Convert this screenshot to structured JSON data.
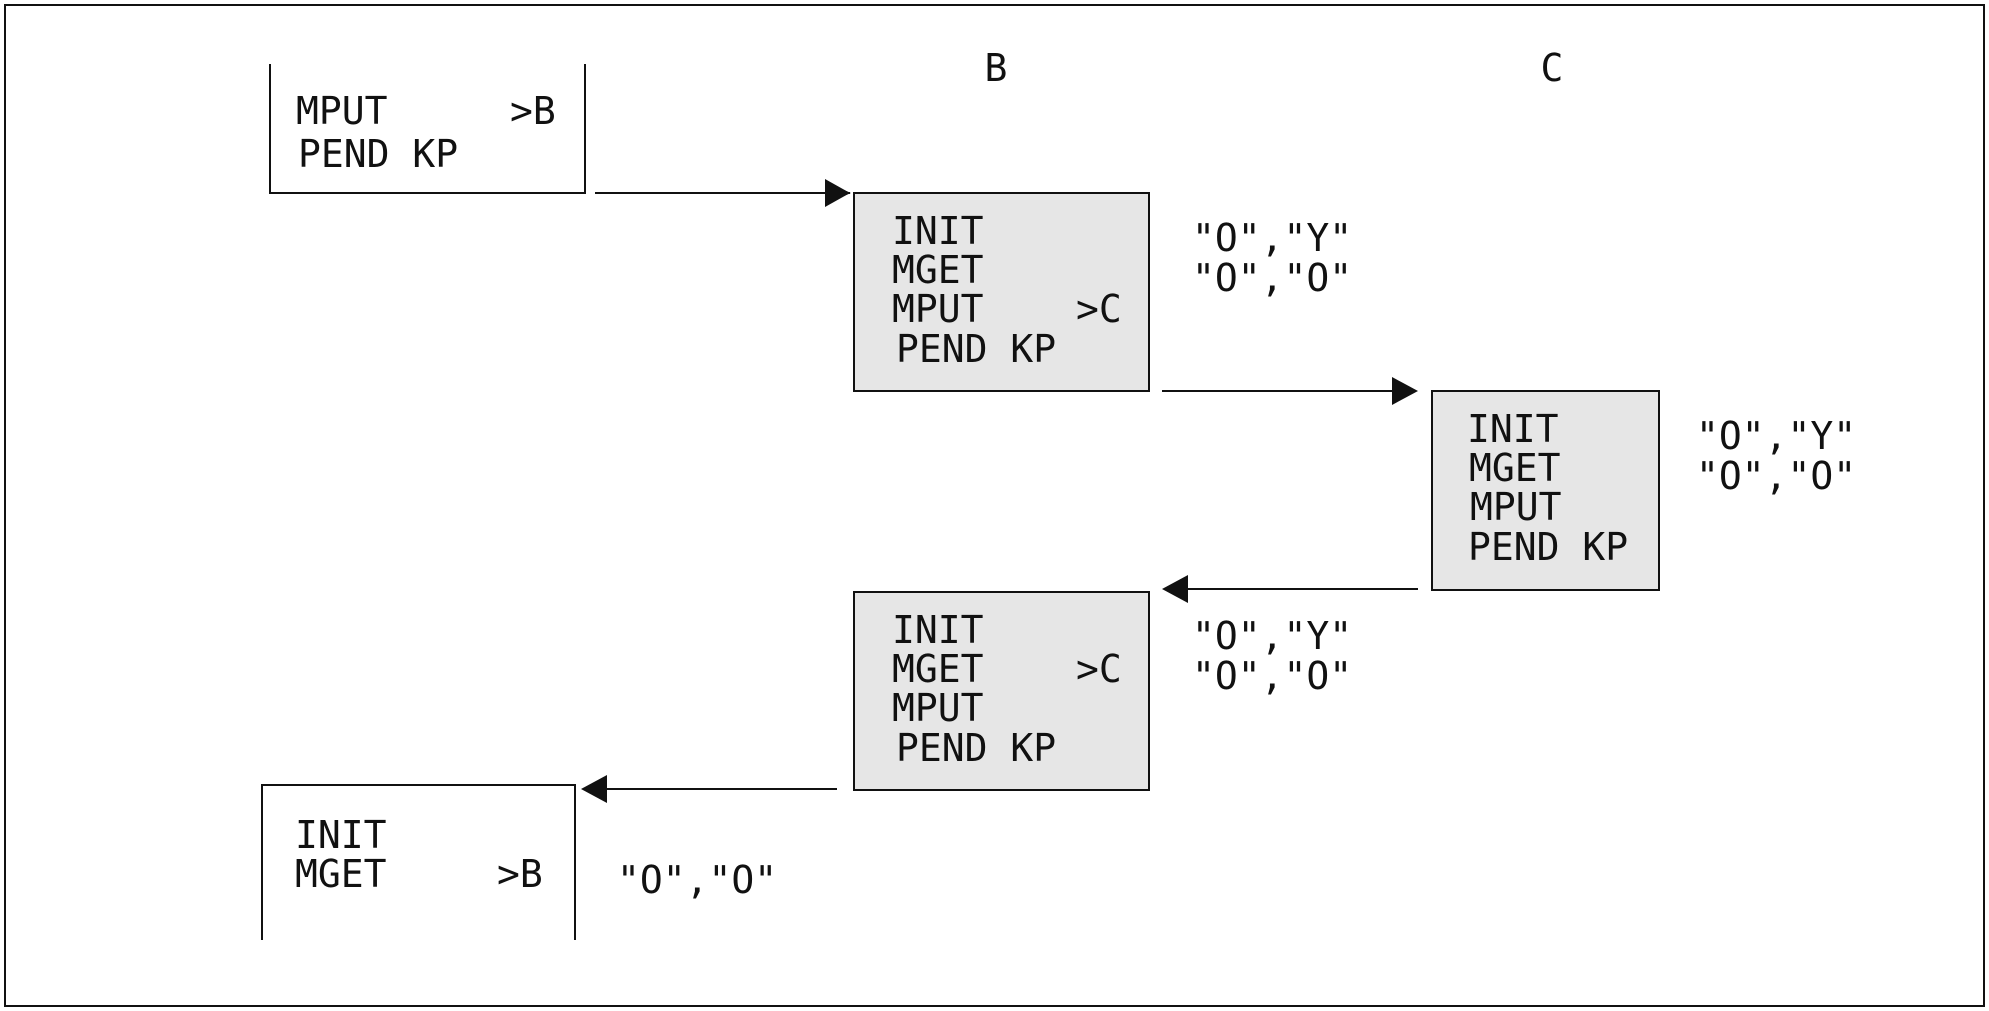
{
  "diagram": {
    "columns": [
      "B",
      "C"
    ],
    "boxes": [
      {
        "id": "a-out",
        "lines": [
          "MPUT",
          "PEND KP"
        ],
        "targets": [
          ">B",
          ""
        ],
        "values": []
      },
      {
        "id": "b-in",
        "lines": [
          "INIT",
          "MGET",
          "MPUT",
          "PEND KP"
        ],
        "targets": [
          "",
          "",
          ">C",
          ""
        ],
        "values": [
          "\"O\",\"Y\"",
          "\"O\",\"O\""
        ]
      },
      {
        "id": "c",
        "lines": [
          "INIT",
          "MGET",
          "MPUT",
          "PEND KP"
        ],
        "targets": [
          "",
          "",
          "",
          ""
        ],
        "values": [
          "\"O\",\"Y\"",
          "\"O\",\"O\""
        ]
      },
      {
        "id": "b-back",
        "lines": [
          "INIT",
          "MGET",
          "MPUT",
          "PEND KP"
        ],
        "targets": [
          "",
          ">C",
          "",
          ""
        ],
        "values": [
          "\"O\",\"Y\"",
          "\"O\",\"O\""
        ]
      },
      {
        "id": "a-back",
        "lines": [
          "INIT",
          "MGET"
        ],
        "targets": [
          "",
          ">B"
        ],
        "values": [
          "\"O\",\"O\""
        ]
      }
    ],
    "colors": {
      "box_fill": "#e6e6e6",
      "stroke": "#111111",
      "background": "#ffffff"
    }
  }
}
